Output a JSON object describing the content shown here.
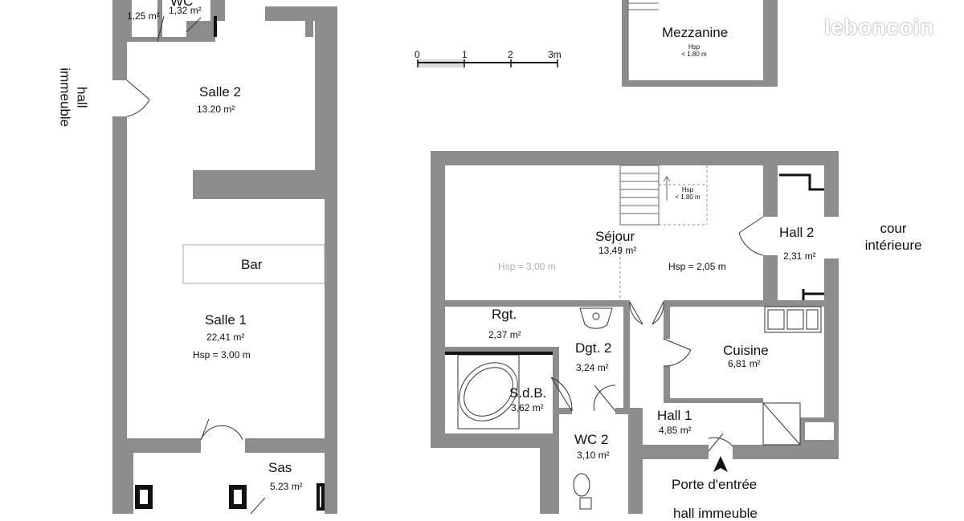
{
  "rooms": {
    "wc1": {
      "name": "WC",
      "area": "1,32 m²"
    },
    "closet_top": {
      "area": "1,25 m²"
    },
    "salle2": {
      "name": "Salle 2",
      "area": "13.20 m²"
    },
    "bar": {
      "name": "Bar"
    },
    "salle1": {
      "name": "Salle 1",
      "area": "22,41 m²",
      "hsp": "Hsp = 3,00 m"
    },
    "sas": {
      "name": "Sas",
      "area": "5.23 m²"
    },
    "mezzanine": {
      "name": "Mezzanine",
      "hsp_line1": "Hsp",
      "hsp_line2": "< 1.80 m"
    },
    "sejour": {
      "name": "Séjour",
      "area": "13,49 m²",
      "hsp_left": "Hsp = 3,00 m",
      "hsp_right": "Hsp = 2,05 m",
      "stair_hsp_line1": "Hsp",
      "stair_hsp_line2": "< 1.80 m"
    },
    "hall2": {
      "name": "Hall 2",
      "area": "2,31 m²"
    },
    "rgt": {
      "name": "Rgt.",
      "area": "2,37 m²"
    },
    "dgt2": {
      "name": "Dgt. 2",
      "area": "3,24 m²"
    },
    "cuisine": {
      "name": "Cuisine",
      "area": "6,81 m²"
    },
    "sdb": {
      "name": "S.d.B.",
      "area": "3,62 m²"
    },
    "hall1": {
      "name": "Hall 1",
      "area": "4,85 m²"
    },
    "wc2": {
      "name": "WC 2",
      "area": "3,10 m²"
    }
  },
  "labels": {
    "hall_left_line1": "hall",
    "hall_left_line2": "immeuble",
    "cour_line1": "cour",
    "cour_line2": "intérieure",
    "porte": "Porte d'entrée",
    "hall_bottom": "hall immeuble"
  },
  "scale": {
    "ticks": [
      "0",
      "1",
      "2",
      "3m"
    ]
  },
  "watermark": "leboncoin",
  "colors": {
    "wall": "#8c8c8c",
    "background": "#ffffff",
    "watermark": "#ffffff"
  }
}
